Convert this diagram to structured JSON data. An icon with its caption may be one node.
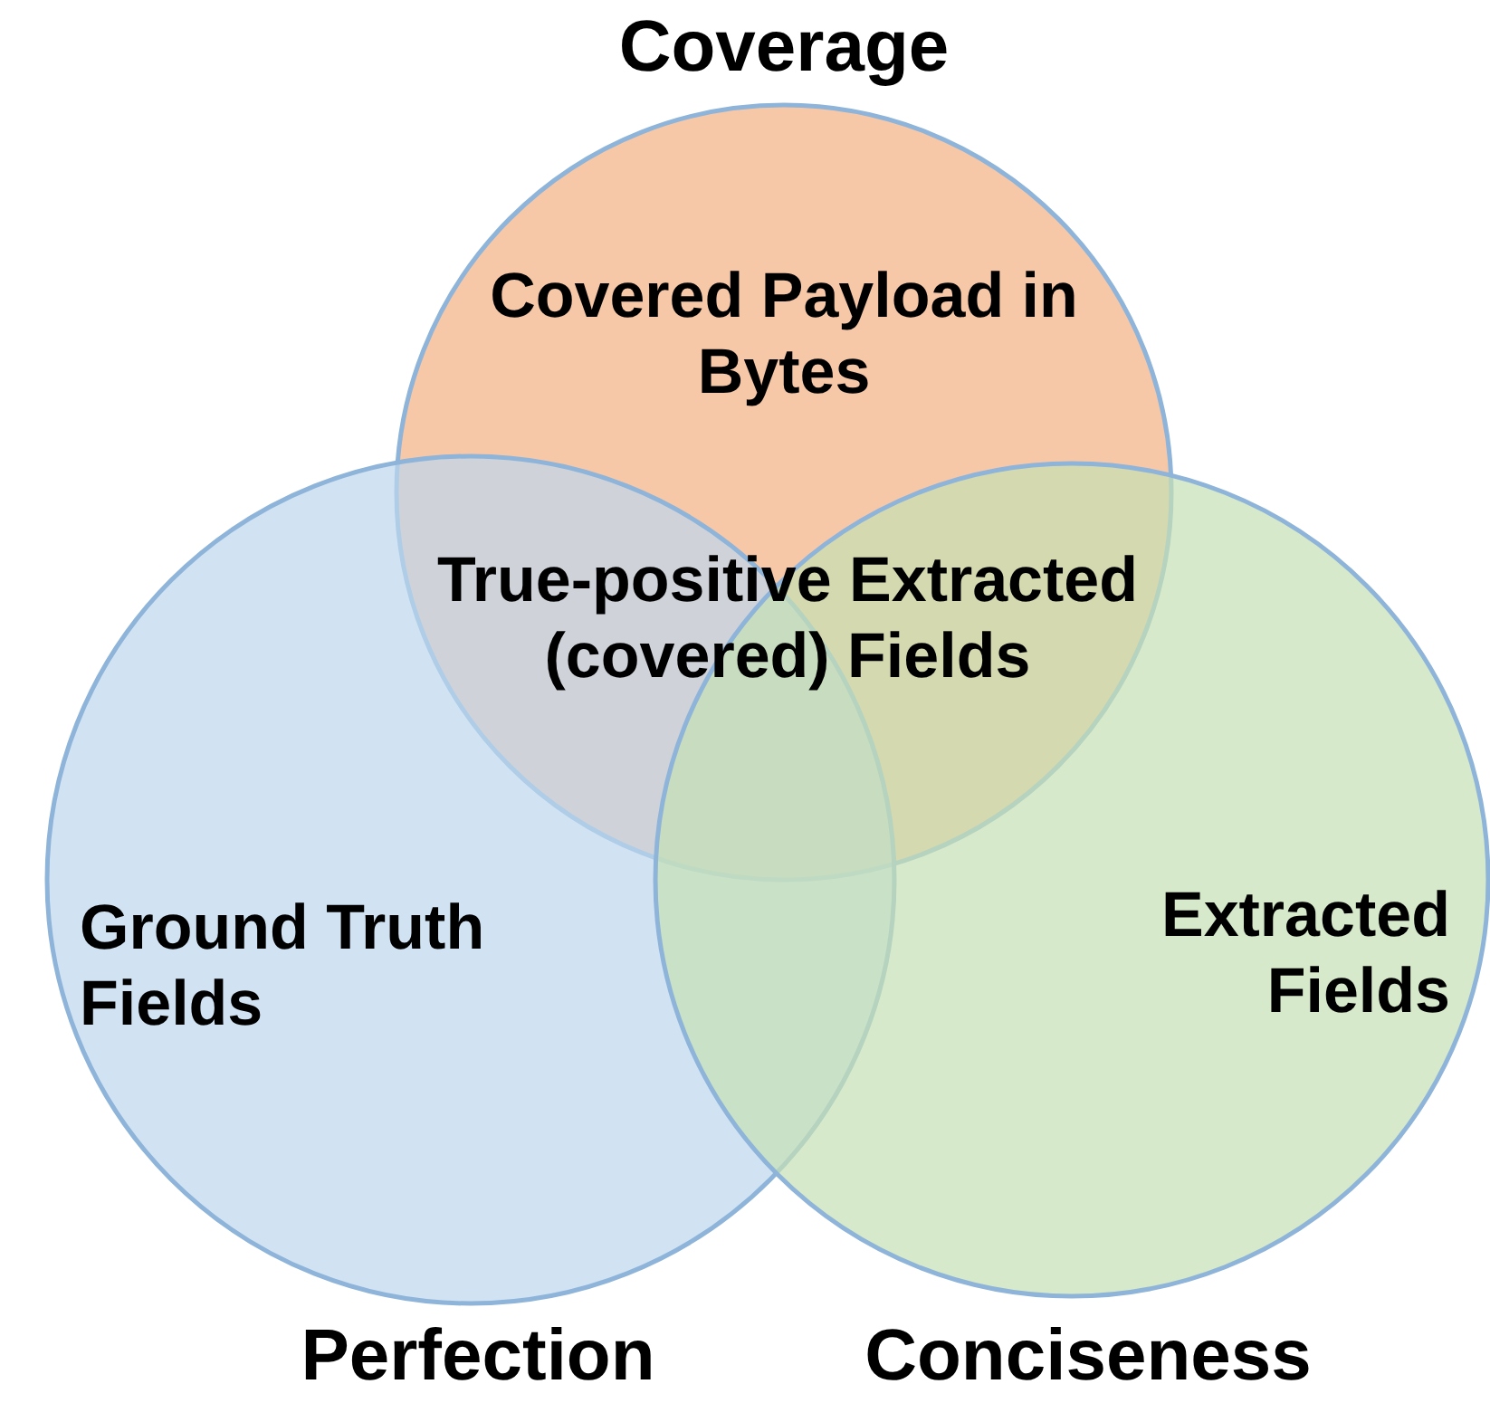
{
  "diagram": {
    "nodes": [
      {
        "text": [
          "Coverage",
          "Covered Payload in Bytes"
        ]
      },
      {
        "text": [
          "Ground Truth Fields",
          "Perfection"
        ]
      },
      {
        "text": [
          "Extracted Fields",
          "Conciseness"
        ]
      }
    ],
    "labels": [
      "True-positive Extracted (covered) Fields"
    ]
  }
}
